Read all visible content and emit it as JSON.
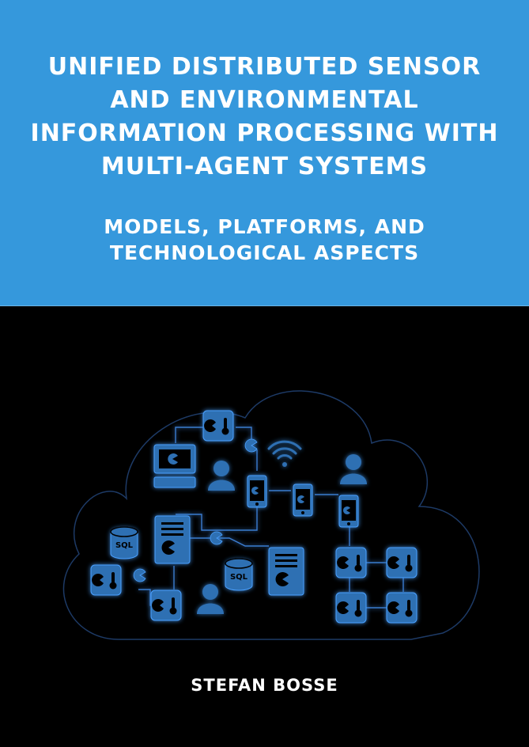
{
  "cover": {
    "title": "UNIFIED DISTRIBUTED SENSOR AND ENVIRONMENTAL INFORMATION PROCESSING WITH MULTI-AGENT SYSTEMS",
    "subtitle": "MODELS, PLATFORMS, AND TECHNOLOGICAL ASPECTS",
    "author": "STEFAN BOSSE",
    "colors": {
      "band": "#3598dc",
      "background": "#000000",
      "node": "#2f6fb3",
      "glow": "#3a8fe8",
      "text": "#ffffff"
    }
  },
  "illustration": {
    "db_label": "SQL",
    "icons": [
      "cloud-icon",
      "sensor-node-icon",
      "agent-icon",
      "computer-icon",
      "person-icon",
      "wifi-icon",
      "smartphone-icon",
      "database-icon",
      "document-icon"
    ]
  }
}
